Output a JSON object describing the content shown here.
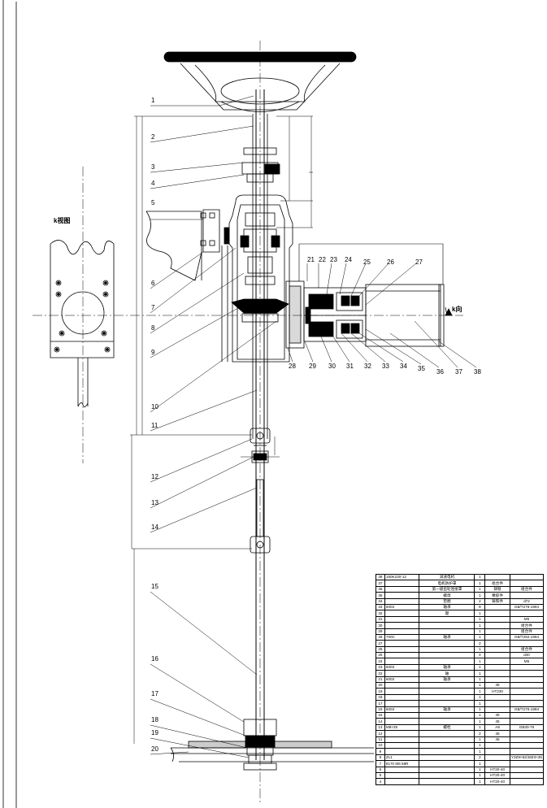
{
  "view_labels": {
    "k_view": "k视图",
    "k_direction": "k向"
  },
  "part_callouts": [
    "1",
    "2",
    "3",
    "4",
    "5",
    "6",
    "7",
    "8",
    "9",
    "10",
    "11",
    "12",
    "13",
    "14",
    "15",
    "16",
    "17",
    "18",
    "19",
    "20",
    "21",
    "22",
    "23",
    "24",
    "25",
    "26",
    "27",
    "28",
    "29",
    "30",
    "31",
    "32",
    "33",
    "34",
    "35",
    "36",
    "37",
    "38"
  ],
  "bom": {
    "rows": [
      {
        "no": "38",
        "code": "160K230-12",
        "name": "减速电机",
        "qty": "1",
        "material": "",
        "note": ""
      },
      {
        "no": "37",
        "code": "",
        "name": "电机防护罩",
        "qty": "1",
        "material": "组合件",
        "note": ""
      },
      {
        "no": "36",
        "code": "",
        "name": "第一级齿轮连接罩",
        "qty": "1",
        "material": "铸铁",
        "note": "组合件"
      },
      {
        "no": "35",
        "code": "",
        "name": "螺母",
        "qty": "1",
        "material": "橡胶件",
        "note": ""
      },
      {
        "no": "34",
        "code": "",
        "name": "垫圈",
        "qty": "2",
        "material": "铸铁件",
        "note": "d72"
      },
      {
        "no": "33",
        "code": "6003",
        "name": "轴承",
        "qty": "8",
        "material": "",
        "note": "GB/T276-1994"
      },
      {
        "no": "32",
        "code": "",
        "name": "键",
        "qty": "1",
        "material": "",
        "note": ""
      },
      {
        "no": "31",
        "code": "",
        "name": "",
        "qty": "1",
        "material": "",
        "note": "M5"
      },
      {
        "no": "30",
        "code": "",
        "name": "",
        "qty": "1",
        "material": "",
        "note": "组合件"
      },
      {
        "no": "29",
        "code": "",
        "name": "",
        "qty": "1",
        "material": "",
        "note": "组合件"
      },
      {
        "no": "28",
        "code": "700C",
        "name": "轴承",
        "qty": "1",
        "material": "",
        "note": "GB/T292-1994"
      },
      {
        "no": "27",
        "code": "",
        "name": "",
        "qty": "2",
        "material": "",
        "note": ""
      },
      {
        "no": "26",
        "code": "",
        "name": "",
        "qty": "1",
        "material": "",
        "note": "组合件"
      },
      {
        "no": "25",
        "code": "",
        "name": "",
        "qty": "4",
        "material": "",
        "note": "d40"
      },
      {
        "no": "24",
        "code": "",
        "name": "",
        "qty": "1",
        "material": "",
        "note": "M5"
      },
      {
        "no": "23",
        "code": "6003",
        "name": "轴承",
        "qty": "1",
        "material": "",
        "note": ""
      },
      {
        "no": "22",
        "code": "",
        "name": "轴",
        "qty": "1",
        "material": "",
        "note": ""
      },
      {
        "no": "21",
        "code": "6003",
        "name": "轴承",
        "qty": "1",
        "material": "",
        "note": ""
      },
      {
        "no": "20",
        "code": "",
        "name": "",
        "qty": "1",
        "material": "45",
        "note": ""
      },
      {
        "no": "19",
        "code": "",
        "name": "",
        "qty": "1",
        "material": "HT230",
        "note": ""
      },
      {
        "no": "18",
        "code": "",
        "name": "",
        "qty": "1",
        "material": "",
        "note": ""
      },
      {
        "no": "17",
        "code": "",
        "name": "",
        "qty": "1",
        "material": "",
        "note": ""
      },
      {
        "no": "16",
        "code": "6003",
        "name": "轴承",
        "qty": "1",
        "material": "",
        "note": "GB/T276-1994"
      },
      {
        "no": "15",
        "code": "",
        "name": "",
        "qty": "1",
        "material": "45",
        "note": ""
      },
      {
        "no": "14",
        "code": "",
        "name": "",
        "qty": "1",
        "material": "45",
        "note": ""
      },
      {
        "no": "13",
        "code": "M8×25",
        "name": "螺栓",
        "qty": "1",
        "material": "A8",
        "note": "GB30-76"
      },
      {
        "no": "12",
        "code": "",
        "name": "",
        "qty": "2",
        "material": "45",
        "note": ""
      },
      {
        "no": "11",
        "code": "",
        "name": "",
        "qty": "1",
        "material": "45",
        "note": ""
      },
      {
        "no": "10",
        "code": "",
        "name": "",
        "qty": "1",
        "material": "",
        "note": ""
      },
      {
        "no": "9",
        "code": "",
        "name": "",
        "qty": "1",
        "material": "",
        "note": ""
      },
      {
        "no": "8",
        "code": "ZL1",
        "name": "",
        "qty": "2",
        "material": "",
        "note": "Y3Z8×52/J8Z3×36"
      },
      {
        "no": "7",
        "code": "8170 M6 58R",
        "name": "",
        "qty": "1",
        "material": "",
        "note": ""
      },
      {
        "no": "6",
        "code": "",
        "name": "",
        "qty": "1",
        "material": "HT20-40",
        "note": ""
      },
      {
        "no": "5",
        "code": "",
        "name": "",
        "qty": "1",
        "material": "HT20-40",
        "note": ""
      },
      {
        "no": "4",
        "code": "",
        "name": "",
        "qty": "1",
        "material": "HT20-40",
        "note": ""
      }
    ]
  },
  "colors": {
    "line": "#000000",
    "background": "#ffffff"
  }
}
